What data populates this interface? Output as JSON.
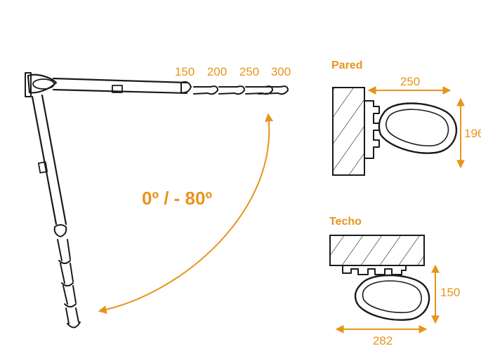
{
  "reach_labels": [
    "150",
    "200",
    "250",
    "300"
  ],
  "rotation_label": "0º / - 80º",
  "wall": {
    "title": "Pared",
    "width": "250",
    "height": "196"
  },
  "ceiling": {
    "title": "Techo",
    "width": "282",
    "height": "150"
  },
  "colors": {
    "accent": "#e8941a",
    "line": "#1a1a1a"
  }
}
